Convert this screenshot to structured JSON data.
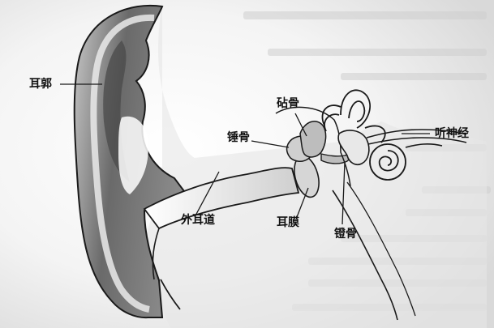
{
  "labels": {
    "auricle": "耳郭",
    "incus": "砧骨",
    "malleus": "锤骨",
    "auditory_nerve": "听神经",
    "ear_canal": "外耳道",
    "eardrum": "耳膜",
    "stapes": "镫骨"
  },
  "colors": {
    "background": "#f1f1f1",
    "outline": "#1a1a1a",
    "auricle_shade": "#5f5f5f",
    "label_text": "#111111"
  }
}
